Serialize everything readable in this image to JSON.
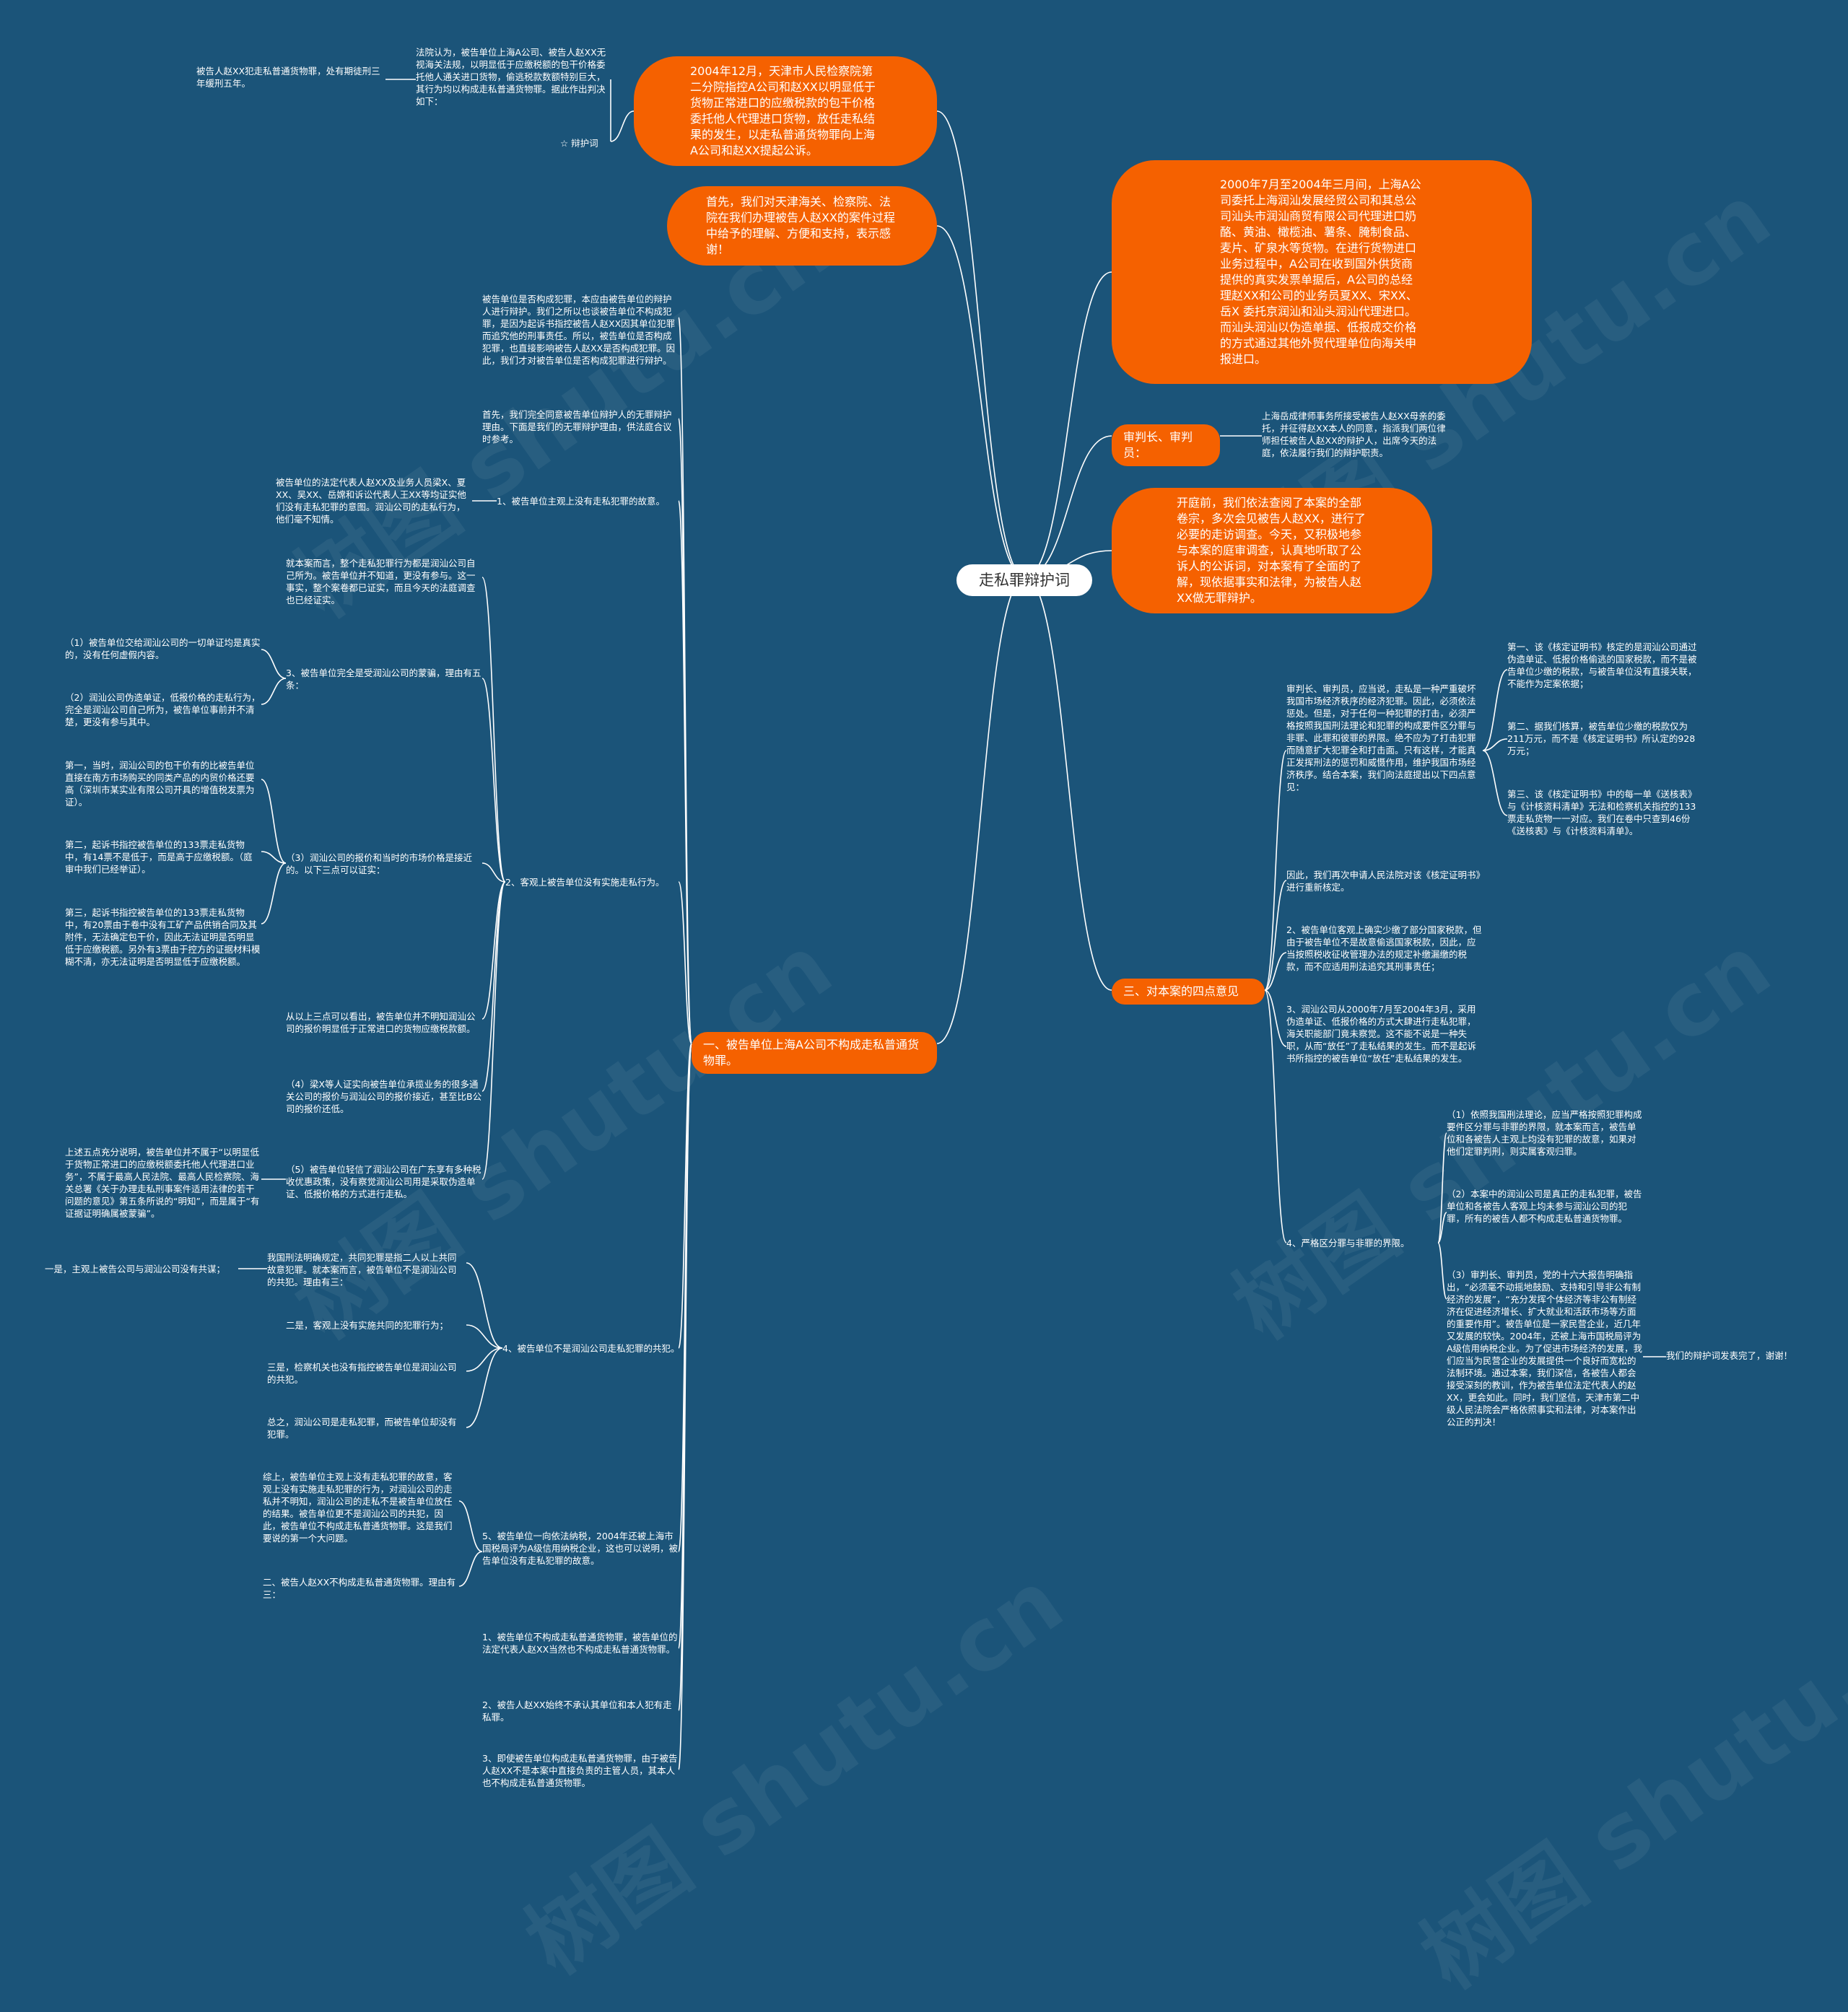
{
  "root": "走私罪辩护词",
  "right": {
    "r1": "2000年7月至2004年三月间，上海A公司委托上海润汕发展经贸公司和其总公司汕头市润汕商贸有限公司代理进口奶酪、黄油、橄榄油、薯条、腌制食品、麦片、矿泉水等货物。在进行货物进口业务过程中，A公司在收到国外供货商提供的真实发票单据后，A公司的总经理赵XX和公司的业务员夏XX、宋XX、岳X 委托京润汕和汕头润汕代理进口。而汕头润汕以伪造单据、低报成交价格的方式通过其他外贸代理单位向海关申报进口。",
    "r2_label": "审判长、审判员：",
    "r2_child": "上海岳成律师事务所接受被告人赵XX母亲的委托，并征得赵XX本人的同意，指派我们两位律师担任被告人赵XX的辩护人，出席今天的法庭，依法履行我们的辩护职责。",
    "r3": "开庭前，我们依法查阅了本案的全部卷宗，多次会见被告人赵XX，进行了必要的走访调查。今天，又积极地参与本案的庭审调查，认真地听取了公诉人的公诉词，对本案有了全面的了解，现依据事实和法律，为被告人赵XX做无罪辩护。",
    "r4_label": "三、对本案的四点意见",
    "r4a": "审判长、审判员，应当说，走私是一种严重破坏我国市场经济秩序的经济犯罪。因此，必须依法惩处。但是，对于任何一种犯罪的打击，必须严格按照我国刑法理论和犯罪的构成要件区分罪与非罪、此罪和彼罪的界限。绝不应为了打击犯罪而随意扩大犯罪全和打击面。只有这样，才能真正发挥刑法的惩罚和威慑作用，维护我国市场经济秩序。结合本案，我们向法庭提出以下四点意见：",
    "r4a_c1": "第一、该《核定证明书》核定的是润汕公司通过伪造单证、低报价格偷逃的国家税款，而不是被告单位少缴的税款，与被告单位没有直接关联，不能作为定案依据；",
    "r4a_c2": "第二、据我们核算，被告单位少缴的税款仅为211万元，而不是《核定证明书》所认定的928万元；",
    "r4a_c3": "第三、该《核定证明书》中的每一单《送核表》与《计核资料清单》无法和检察机关指控的133票走私货物一一对应。我们在卷中只查到46份《送核表》与《计核资料清单》。",
    "r4b": "因此，我们再次申请人民法院对该《核定证明书》进行重新核定。",
    "r4c": "2、被告单位客观上确实少缴了部分国家税款，但由于被告单位不是故意偷逃国家税款，因此，应当按照税收征收管理办法的规定补缴漏缴的税款，而不应适用刑法追究其刑事责任；",
    "r4d": "3、润汕公司从2000年7月至2004年3月，采用伪造单证、低报价格的方式大肆进行走私犯罪，海关职能部门竟未察觉。这不能不说是一种失职，从而“放任”了走私结果的发生。而不是起诉书所指控的被告单位“放任”走私结果的发生。",
    "r4e_label": "4、严格区分罪与非罪的界限。",
    "r4e1": "（1）依照我国刑法理论，应当严格按照犯罪构成要件区分罪与非罪的界限，就本案而言，被告单位和各被告人主观上均没有犯罪的故意，如果对他们定罪判刑，则实属客观归罪。",
    "r4e2": "（2）本案中的润汕公司是真正的走私犯罪，被告单位和各被告人客观上均未参与润汕公司的犯罪，所有的被告人都不构成走私普通货物罪。",
    "r4e3": "（3）审判长、审判员，党的十六大报告明确指出，“必须毫不动摇地鼓励、支持和引导非公有制经济的发展”，“充分发挥个体经济等非公有制经济在促进经济增长、扩大就业和活跃市场等方面的重要作用”。被告单位是一家民营企业，近几年又发展的较快。2004年，还被上海市国税局评为A级信用纳税企业。为了促进市场经济的发展，我们应当为民营企业的发展提供一个良好而宽松的法制环境。通过本案，我们深信，各被告人都会接受深刻的教训，作为被告单位法定代表人的赵 XX，更会如此。同时，我们坚信，天津市第二中级人民法院会严格依照事实和法律，对本案作出公正的判决！",
    "r4e3_child": "我们的辩护词发表完了，谢谢！"
  },
  "left": {
    "l1": "2004年12月，天津市人民检察院第二分院指控A公司和赵XX以明显低于货物正常进口的应缴税款的包干价格委托他人代理进口货物，放任走私结果的发生，以走私普通货物罪向上海A公司和赵XX提起公诉。",
    "l1_child_label": "☆ 辩护词",
    "l1_child": "法院认为，被告单位上海A公司、被告人赵XX无视海关法规，以明显低于应缴税额的包干价格委托他人通关进口货物，偷逃税款数额特别巨大，其行为均以构成走私普通货物罪。据此作出判决如下：",
    "l1_gchild": "被告人赵XX犯走私普通货物罪，处有期徒刑三年缓刑五年。",
    "l2": "首先，我们对天津海关、检察院、法院在我们办理被告人赵XX的案件过程中给予的理解、方便和支持，表示感谢！",
    "l3": "一、被告单位上海A公司不构成走私普通货物罪。",
    "a1": "被告单位是否构成犯罪，本应由被告单位的辩护人进行辩护。我们之所以也谈被告单位不构成犯罪，是因为起诉书指控被告人赵XX因其单位犯罪而追究他的刑事责任。所以，被告单位是否构成犯罪，也直接影响被告人赵XX是否构成犯罪。因此，我们才对被告单位是否构成犯罪进行辩护。",
    "a2": "首先，我们完全同意被告单位辩护人的无罪辩护理由。下面是我们的无罪辩护理由，供法庭合议时参考。",
    "a3": "1、被告单位主观上没有走私犯罪的故意。",
    "a3c": "被告单位的法定代表人赵XX及业务人员梁X、夏XX、吴XX、岳嫦和诉讼代表人王XX等均证实他们没有走私犯罪的意图。润汕公司的走私行为，他们毫不知情。",
    "a4": "2、客观上被告单位没有实施走私行为。",
    "a4_1": "就本案而言，整个走私犯罪行为都是润汕公司自己所为。被告单位并不知道，更没有参与。这一事实，整个案卷都已证实，而且今天的法庭调查也已经证实。",
    "a4_2": "3、被告单位完全是受润汕公司的蒙骗，理由有五条：",
    "a4_2a": "（1）被告单位交给润汕公司的一切单证均是真实的，没有任何虚假内容。",
    "a4_2b": "（2）润汕公司伪造单证，低报价格的走私行为，完全是润汕公司自己所为，被告单位事前并不清楚，更没有参与其中。",
    "a4_3": "（3）润汕公司的报价和当时的市场价格是接近的。以下三点可以证实：",
    "a4_3a": "第一，当时，润汕公司的包干价有的比被告单位直接在南方市场购买的同类产品的内贸价格还要高（深圳市某实业有限公司开具的增值税发票为证）。",
    "a4_3b": "第二，起诉书指控被告单位的133票走私货物中，有14票不是低于，而是高于应缴税额。（庭审中我们已经举证）。",
    "a4_3c": "第三，起诉书指控被告单位的133票走私货物中，有20票由于卷中没有工矿产品供销合同及其附件，无法确定包干价，因此无法证明是否明显低于应缴税额。另外有3票由于控方的证据材料模糊不清，亦无法证明是否明显低于应缴税额。",
    "a4_4": "从以上三点可以看出，被告单位并不明知润汕公司的报价明显低于正常进口的货物应缴税款额。",
    "a4_5": "（4）梁X等人证实向被告单位承揽业务的很多通关公司的报价与润汕公司的报价接近，甚至比B公司的报价还低。",
    "a4_6": "（5）被告单位轻信了润汕公司在广东享有多种税收优惠政策，没有察觉润汕公司用是采取伪造单证、低报价格的方式进行走私。",
    "a4_6c": "上述五点充分说明，被告单位并不属于“以明显低于货物正常进口的应缴税额委托他人代理进口业务”，不属于最高人民法院、最高人民检察院、海关总署《关于办理走私刑事案件适用法律的若干问题的意见》第五条所说的“明知”，而是属于“有证据证明确属被蒙骗”。",
    "a5": "4、被告单位不是润汕公司走私犯罪的共犯。",
    "a5_1": "我国刑法明确规定，共同犯罪是指二人以上共同故意犯罪。就本案而言，被告单位不是润汕公司的共犯。理由有三：",
    "a5_1c": "一是，主观上被告公司与润汕公司没有共谋；",
    "a5_2": "二是，客观上没有实施共同的犯罪行为；",
    "a5_3": "三是，检察机关也没有指控被告单位是润汕公司的共犯。",
    "a5_4": "总之，润汕公司是走私犯罪，而被告单位却没有犯罪。",
    "a6": "5、被告单位一向依法纳税，2004年还被上海市国税局评为A级信用纳税企业，这也可以说明，被告单位没有走私犯罪的故意。",
    "a6_1": "综上，被告单位主观上没有走私犯罪的故意，客观上没有实施走私犯罪的行为，对润汕公司的走私并不明知，润汕公司的走私不是被告单位放任的结果。被告单位更不是润汕公司的共犯，因此，被告单位不构成走私普通货物罪。这是我们要说的第一个大问题。",
    "a6_2": "二、被告人赵XX不构成走私普通货物罪。理由有三：",
    "a7": "1、被告单位不构成走私普通货物罪，被告单位的法定代表人赵XX当然也不构成走私普通货物罪。",
    "a8": "2、被告人赵XX始终不承认其单位和本人犯有走私罪。",
    "a9": "3、即使被告单位构成走私普通货物罪，由于被告人赵XX不是本案中直接负责的主管人员，其本人也不构成走私普通货物罪。"
  },
  "watermark": "树图 shutu.cn",
  "colors": {
    "background": "#1b5479",
    "accent": "#f56100",
    "line": "#ffffff"
  }
}
